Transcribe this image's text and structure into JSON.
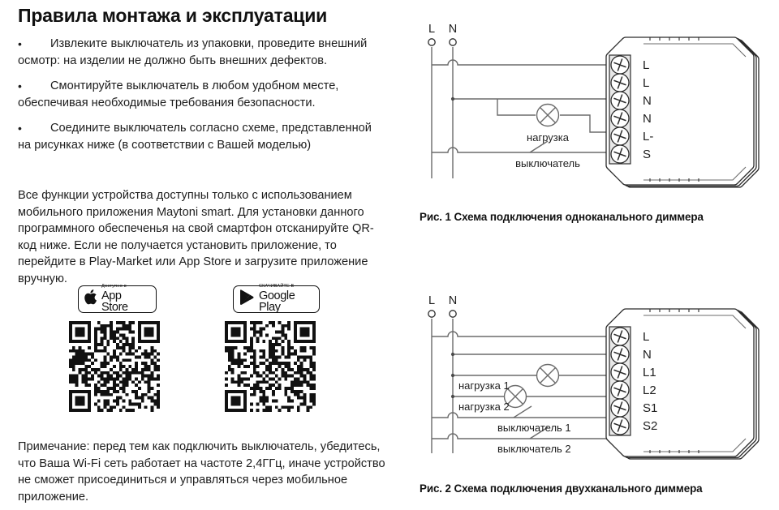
{
  "page": {
    "title": "Правила монтажа и эксплуатации"
  },
  "instructions": {
    "bullet_char": "•",
    "items": [
      "Извлеките выключатель из упаковки, проведите внешний осмотр: на изделии не должно быть внешних дефектов.",
      "Смонтируйте выключатель в любом удобном месте, обеспечивая необходимые требования безопасности.",
      "Соедините выключатель согласно схеме, представленной на рисунках ниже (в соответствии с Вашей моделью)"
    ]
  },
  "app_paragraph": "Все функции устройства доступны только с использованием мобильного приложения Maytoni smart. Для установки данного программного обеспеченья на свой смартфон отсканируйте QR-код ниже. Если не получается установить приложение, то перейдите в Play-Market или App Store и загрузите приложение вручную.",
  "note_paragraph": "Примечание: перед тем как подключить выключатель, убедитесь, что Ваша Wi-Fi сеть работает на частоте 2,4ГГц, иначе устройство не сможет присоединиться и управляться через мобильное приложение.",
  "badges": {
    "app_store": {
      "icon": "apple-logo-icon",
      "superscript": "Доступно в",
      "label": "App Store"
    },
    "google_play": {
      "icon": "google-play-triangle-icon",
      "superscript": "СКАЧИВАЙТЕ В",
      "label": "Google Play"
    }
  },
  "qr_codes": {
    "app_store": {
      "name": "qr-code-app-store"
    },
    "google_play": {
      "name": "qr-code-google-play"
    }
  },
  "figures": [
    {
      "id": "fig1",
      "caption_number": "Рис. 1",
      "caption_text": "Схема подключения одноканального диммера",
      "rail_labels": [
        "L",
        "N"
      ],
      "terminals": [
        "L",
        "L",
        "N",
        "N",
        "L-",
        "S"
      ],
      "wire_labels": [
        "нагрузка",
        "выключатель"
      ],
      "load_count": 1,
      "switch_count": 1
    },
    {
      "id": "fig2",
      "caption_number": "Рис. 2",
      "caption_text": "Схема подключения двухканального диммера",
      "rail_labels": [
        "L",
        "N"
      ],
      "terminals": [
        "L",
        "N",
        "L1",
        "L2",
        "S1",
        "S2"
      ],
      "wire_labels": [
        "нагрузка 1",
        "нагрузка 2",
        "выключатель 1",
        "выключатель 2"
      ],
      "load_count": 2,
      "switch_count": 2
    }
  ],
  "colors": {
    "text": "#1d1d1d",
    "line": "#6b6b6b",
    "line_dark": "#2b2b2b",
    "background": "#ffffff"
  }
}
